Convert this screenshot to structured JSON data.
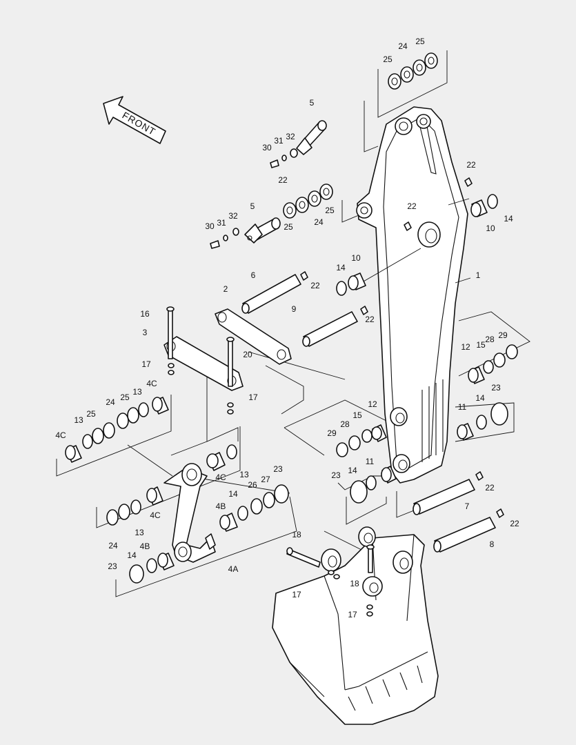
{
  "direction_label": "FRONT",
  "callouts": {
    "c1": "1",
    "c2": "2",
    "c3": "3",
    "c4A": "4A",
    "c4B_a": "4B",
    "c4B_b": "4B",
    "c4C_a": "4C",
    "c4C_b": "4C",
    "c4C_c": "4C",
    "c4C_d": "4C",
    "c5_a": "5",
    "c5_b": "5",
    "c6": "6",
    "c7": "7",
    "c8": "8",
    "c9": "9",
    "c10_a": "10",
    "c10_b": "10",
    "c11_a": "11",
    "c11_b": "11",
    "c12_a": "12",
    "c12_b": "12",
    "c13_a": "13",
    "c13_b": "13",
    "c13_c": "13",
    "c13_d": "13",
    "c14_a": "14",
    "c14_b": "14",
    "c14_c": "14",
    "c14_d": "14",
    "c14_e": "14",
    "c14_f": "14",
    "c15_a": "15",
    "c15_b": "15",
    "c16": "16",
    "c17_a": "17",
    "c17_b": "17",
    "c17_c": "17",
    "c17_d": "17",
    "c18_a": "18",
    "c18_b": "18",
    "c20": "20",
    "c22_a": "22",
    "c22_b": "22",
    "c22_c": "22",
    "c22_d": "22",
    "c22_e": "22",
    "c22_f": "22",
    "c22_g": "22",
    "c23_a": "23",
    "c23_b": "23",
    "c23_c": "23",
    "c23_d": "23",
    "c24_a": "24",
    "c24_b": "24",
    "c24_c": "24",
    "c24_d": "24",
    "c25_a": "25",
    "c25_b": "25",
    "c25_c": "25",
    "c25_d": "25",
    "c25_e": "25",
    "c25_f": "25",
    "c26": "26",
    "c27": "27",
    "c28_a": "28",
    "c28_b": "28",
    "c29_a": "29",
    "c29_b": "29",
    "c30_a": "30",
    "c30_b": "30",
    "c31_a": "31",
    "c31_b": "31",
    "c32_a": "32",
    "c32_b": "32"
  }
}
